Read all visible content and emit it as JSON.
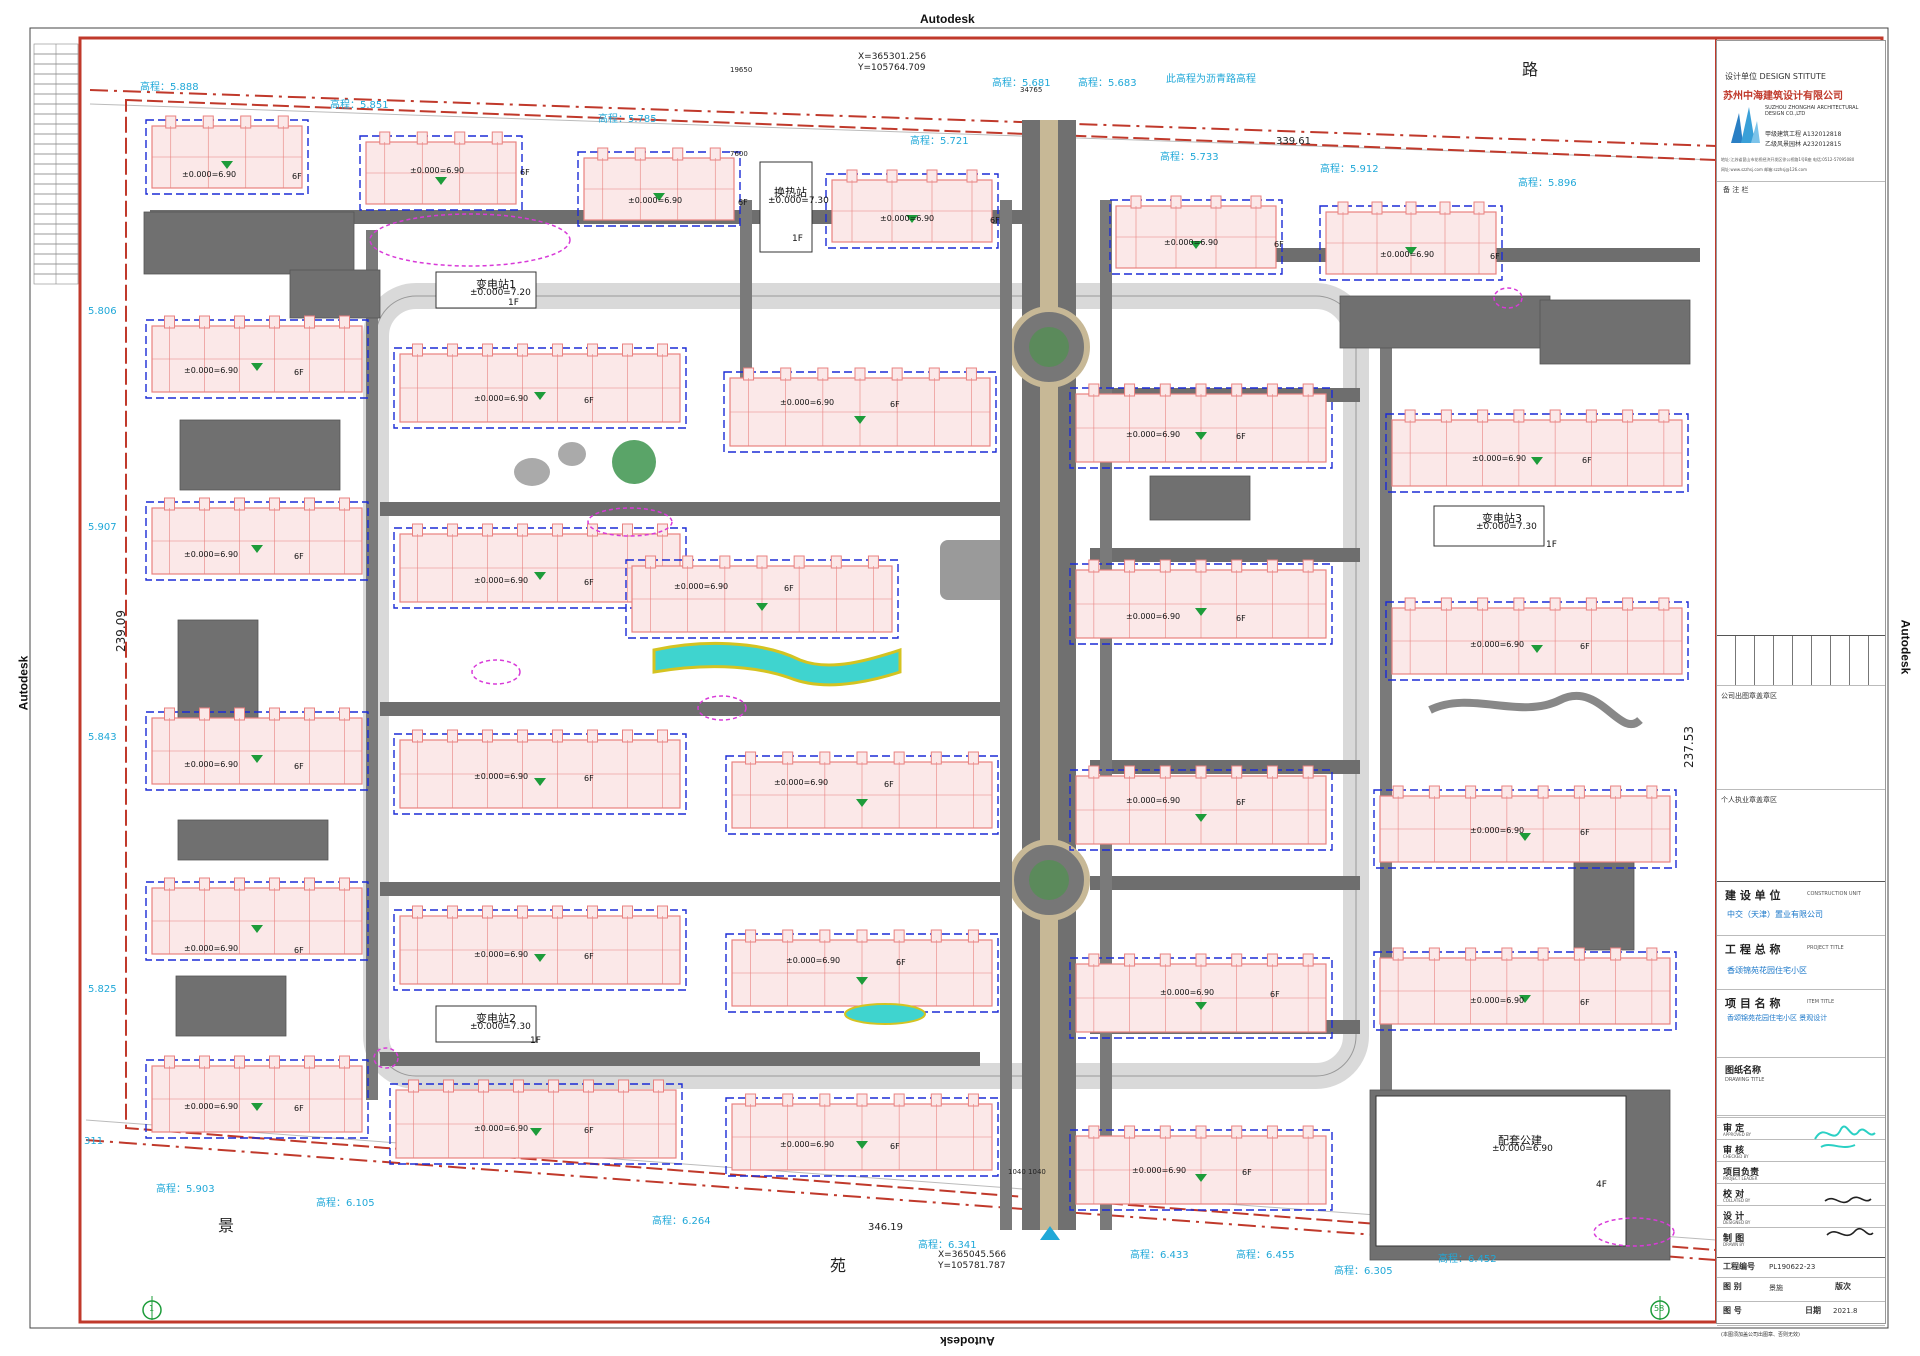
{
  "watermark": "Autodesk",
  "road_labels": {
    "north": "路",
    "south_1": "景",
    "south_2": "苑"
  },
  "north_note": "此高程为沥青路高程",
  "coordinates": {
    "north": {
      "x": "X=365301.256",
      "y": "Y=105764.709"
    },
    "south": {
      "x": "X=365045.566",
      "y": "Y=105781.787"
    }
  },
  "dimensions": {
    "north_gate": "19650",
    "north_road": "34765",
    "west_depth": "239.09",
    "east_depth": "237.53",
    "south_width": "346.19",
    "north_width": "339.61",
    "gate_w1": "7600",
    "gate_w2": "1040 1040"
  },
  "elevations": [
    "高程：5.888",
    "高程：5.851",
    "高程：5.785",
    "高程：5.721",
    "高程：5.681",
    "高程：5.683",
    "高程：5.733",
    "高程：5.912",
    "高程：5.896",
    "5.806",
    "5.907",
    "5.843",
    "5.825",
    "高程：5.903",
    "高程：6.105",
    "高程：6.264",
    "高程：6.341",
    "高程：6.433",
    "高程：6.455",
    "高程：6.305",
    "高程：6.452",
    "311"
  ],
  "facilities": {
    "heat_station": {
      "name": "换热站",
      "level": "±0.000=7.30",
      "floors": "1F"
    },
    "sub1": {
      "name": "变电站1",
      "level": "±0.000=7.20",
      "floors": "1F"
    },
    "sub2": {
      "name": "变电站2",
      "level": "±0.000=7.30",
      "floors": "1F"
    },
    "sub3": {
      "name": "变电站3",
      "level": "±0.000=7.30",
      "floors": "1F"
    },
    "public": {
      "name": "配套公建",
      "level": "±0.000=6.90",
      "floors": "4F"
    }
  },
  "building_level": "±0.000=6.90",
  "building_floors": "6F",
  "axis_markers": [
    "1",
    "58"
  ],
  "title_block": {
    "design_unit_label": "设计单位 DESIGN STITUTE",
    "company": "苏州中海建筑设计有限公司",
    "company_en": "SUZHOU ZHONGHAI ARCHITECTURAL DESIGN CO.,LTD",
    "cert1": "甲级建筑工程 A132012818",
    "cert2": "乙级风景园林 A232012815",
    "address": "地址:江苏省昆山市花桥经济开发区徐公桥路1号B座 电话:0512-57095080",
    "web": "网址:www.szzhsj.com 邮箱:szzhsj@126.com",
    "remarks_label": "备 注 栏",
    "stamp1": "公司出图章盖章区",
    "stamp2": "个人执业章盖章区",
    "client_label": "建 设 单 位",
    "client_sub": "CONSTRUCTION UNIT",
    "client": "中交（天津）置业有限公司",
    "project_label": "工 程 总 称",
    "project_sub": "PROJECT TITLE",
    "project": "香颂锦苑花园住宅小区",
    "item_label": "项 目 名 称",
    "item_sub": "ITEM TITLE",
    "item": "香颂锦苑花园住宅小区 景观设计",
    "drawing_title_label": "图纸名称",
    "drawing_title_sub": "DRAWING TITLE",
    "roles": [
      {
        "label": "审 定",
        "sub": "APPROVED BY"
      },
      {
        "label": "审 核",
        "sub": "CHECKED BY"
      },
      {
        "label": "项目负责",
        "sub": "PROJECT LEADER"
      },
      {
        "label": "校 对",
        "sub": "COLLATED BY"
      },
      {
        "label": "设 计",
        "sub": "DESIGNED BY"
      },
      {
        "label": "制 图",
        "sub": "DRAWN BY"
      }
    ],
    "project_no_label": "工程编号",
    "project_no": "PL190622-23",
    "drawing_type_label": "图 别",
    "drawing_type": "景施",
    "version_label": "版次",
    "drawing_no_label": "图 号",
    "date_label": "日期",
    "date": "2021.8",
    "footer": "(本图须加盖公司出图章、否则无效)"
  },
  "colors": {
    "building": "#e8817f",
    "road": "#6e6e6e",
    "boundary": "#c0392b",
    "setback": "#1b2bd6",
    "elevation": "#20a8d8",
    "green_marker": "#1d9c3a"
  }
}
